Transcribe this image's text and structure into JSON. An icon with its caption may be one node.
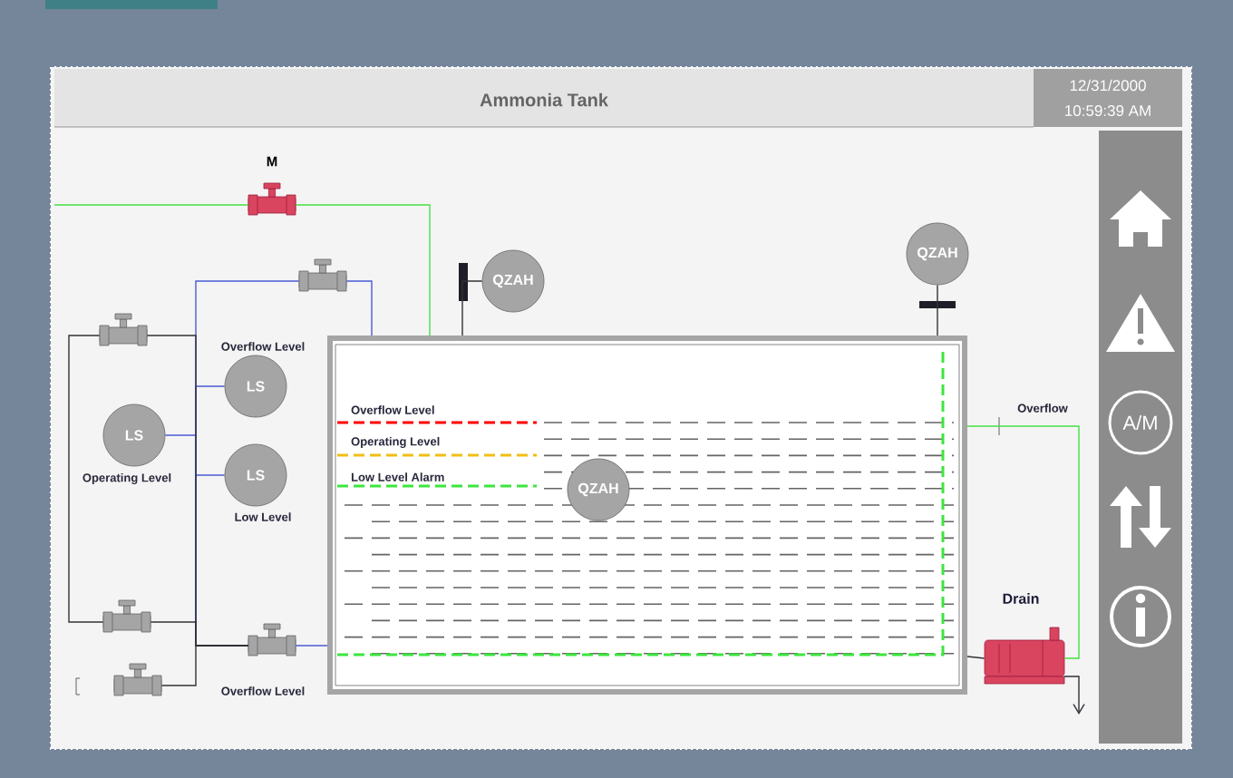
{
  "diagram": {
    "title": "Ammonia Tank",
    "nodes": [
      {
        "text": [
          "Overflow Level",
          "Operating Level",
          "Low Level Alarm"
        ]
      },
      {
        "text": [
          "QZAH"
        ],
        "in": 0
      },
      {
        "text": [
          "QZAH"
        ]
      },
      {
        "text": [
          "QZAH"
        ]
      },
      {
        "text": [
          "LS"
        ],
        "beside": [
          "Overflow Level"
        ]
      },
      {
        "text": [
          "LS"
        ],
        "beside": [
          "Operating Level"
        ]
      },
      {
        "text": [
          "LS"
        ],
        "beside": [
          "Low Level"
        ]
      },
      {
        "text": [
          "M"
        ]
      },
      {
        "text": [],
        "shape": "valve"
      },
      {
        "text": [],
        "shape": "valve"
      },
      {
        "text": [],
        "shape": "valve"
      },
      {
        "text": [],
        "shape": "valve"
      },
      {
        "text": [],
        "shape": "valve",
        "beside": [
          "Overflow Level"
        ]
      },
      {
        "text": [
          "Drain"
        ]
      }
    ],
    "edges": [
      {
        "from": null,
        "to": 7,
        "arrow": "none",
        "color": "#44e044"
      },
      {
        "from": 7,
        "to": 0,
        "arrow": "none",
        "color": "#44e044"
      },
      {
        "from": 8,
        "to": 0,
        "arrow": "none",
        "color": "#4a5bd4"
      },
      {
        "from": 8,
        "to": 12,
        "arrow": "none",
        "color": "#4a5bd4"
      },
      {
        "from": 4,
        "to": 12,
        "arrow": "none",
        "color": "#4a5bd4"
      },
      {
        "from": 5,
        "to": 12,
        "arrow": "none",
        "color": "#4a5bd4"
      },
      {
        "from": 6,
        "to": 12,
        "arrow": "none",
        "color": "#4a5bd4"
      },
      {
        "from": 9,
        "to": 12,
        "arrow": "none"
      },
      {
        "from": 10,
        "to": 12,
        "arrow": "none"
      },
      {
        "from": 11,
        "to": 12,
        "arrow": "none"
      },
      {
        "from": 9,
        "to": 10,
        "arrow": "none"
      },
      {
        "from": 12,
        "to": 0,
        "arrow": "none",
        "color": "#4a5bd4"
      },
      {
        "from": 2,
        "to": 0,
        "arrow": "none"
      },
      {
        "from": 3,
        "to": 0,
        "arrow": "none"
      },
      {
        "from": 0,
        "to": 13,
        "arrow": "none"
      },
      {
        "from": 0,
        "to": 13,
        "arrow": "none",
        "label": "Overflow",
        "color": "#44e044"
      }
    ],
    "labels": [
      "12/31/2000",
      "10:59:39 AM",
      "A/M"
    ]
  }
}
